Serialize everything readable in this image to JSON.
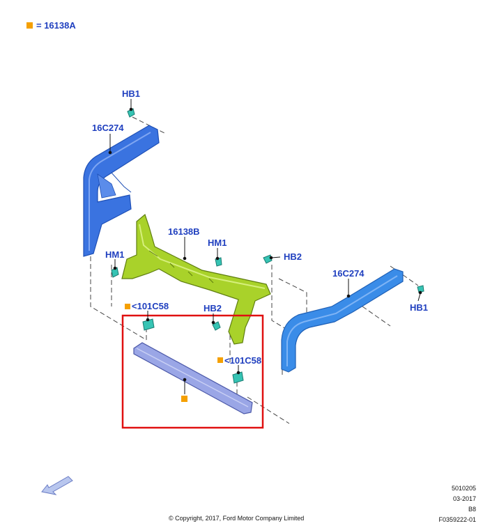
{
  "legend": {
    "label": "= 16138A",
    "color": "#f5a000"
  },
  "callouts": {
    "hb1_top": "HB1",
    "bracket_left": "16C274",
    "center_member": "16138B",
    "hm1_mid": "HM1",
    "hm1_left": "HM1",
    "hb2_right": "HB2",
    "bracket_right": "16C274",
    "hb1_right": "HB1",
    "clip_left": "<101C58",
    "hb2_left": "HB2",
    "clip_right": "<101C58"
  },
  "meta": {
    "ref_number": "5010205",
    "date": "03-2017",
    "code": "B8",
    "figure_id": "F0359222-01",
    "copyright": "© Copyright, 2017, Ford Motor Company Limited"
  },
  "colors": {
    "bracket_blue": "#3a73e0",
    "member_green": "#a9d22a",
    "bar_lavender": "#9aa6e6",
    "fastener_teal": "#36c4b4",
    "highlight_red": "#e01010",
    "callout_blue": "#1f3fbf",
    "arrow_blue": "#b8c6ee"
  }
}
